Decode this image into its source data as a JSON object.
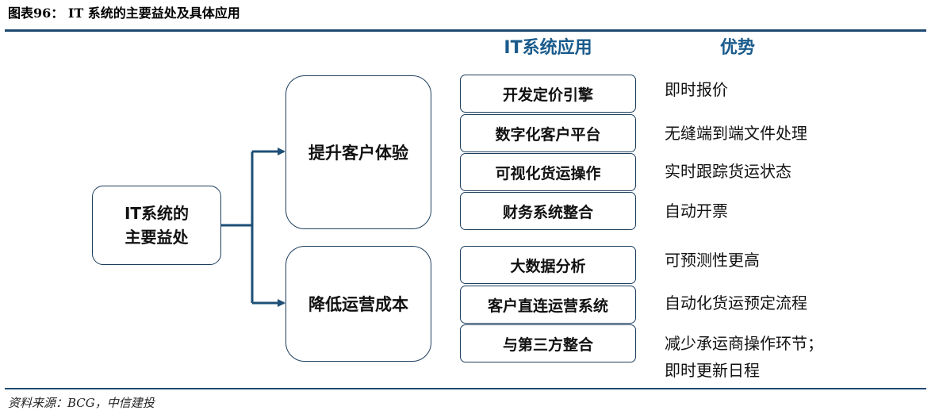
{
  "figure": {
    "title": "图表96：  IT 系统的主要益处及具体应用",
    "source": "资料来源：BCG，中信建投"
  },
  "headers": {
    "applications": "IT系统应用",
    "advantages": "优势"
  },
  "root": {
    "lines": [
      "IT系统的",
      "主要益处"
    ]
  },
  "categories": [
    {
      "label": "提升客户体验",
      "items": [
        {
          "application": "开发定价引擎",
          "advantage": [
            "即时报价"
          ]
        },
        {
          "application": "数字化客户平台",
          "advantage": [
            "无缝端到端文件处理"
          ]
        },
        {
          "application": "可视化货运操作",
          "advantage": [
            "实时跟踪货运状态"
          ]
        },
        {
          "application": "财务系统整合",
          "advantage": [
            "自动开票"
          ]
        }
      ]
    },
    {
      "label": "降低运营成本",
      "items": [
        {
          "application": "大数据分析",
          "advantage": [
            "可预测性更高"
          ]
        },
        {
          "application": "客户直连运营系统",
          "advantage": [
            "自动化货运预定流程"
          ]
        },
        {
          "application": "与第三方整合",
          "advantage": [
            "减少承运商操作环节；",
            "即时更新日程"
          ]
        }
      ]
    }
  ],
  "colors": {
    "rule": "#1d4a70",
    "header_text": "#1a5b8c",
    "connector": "#1e4f76"
  }
}
